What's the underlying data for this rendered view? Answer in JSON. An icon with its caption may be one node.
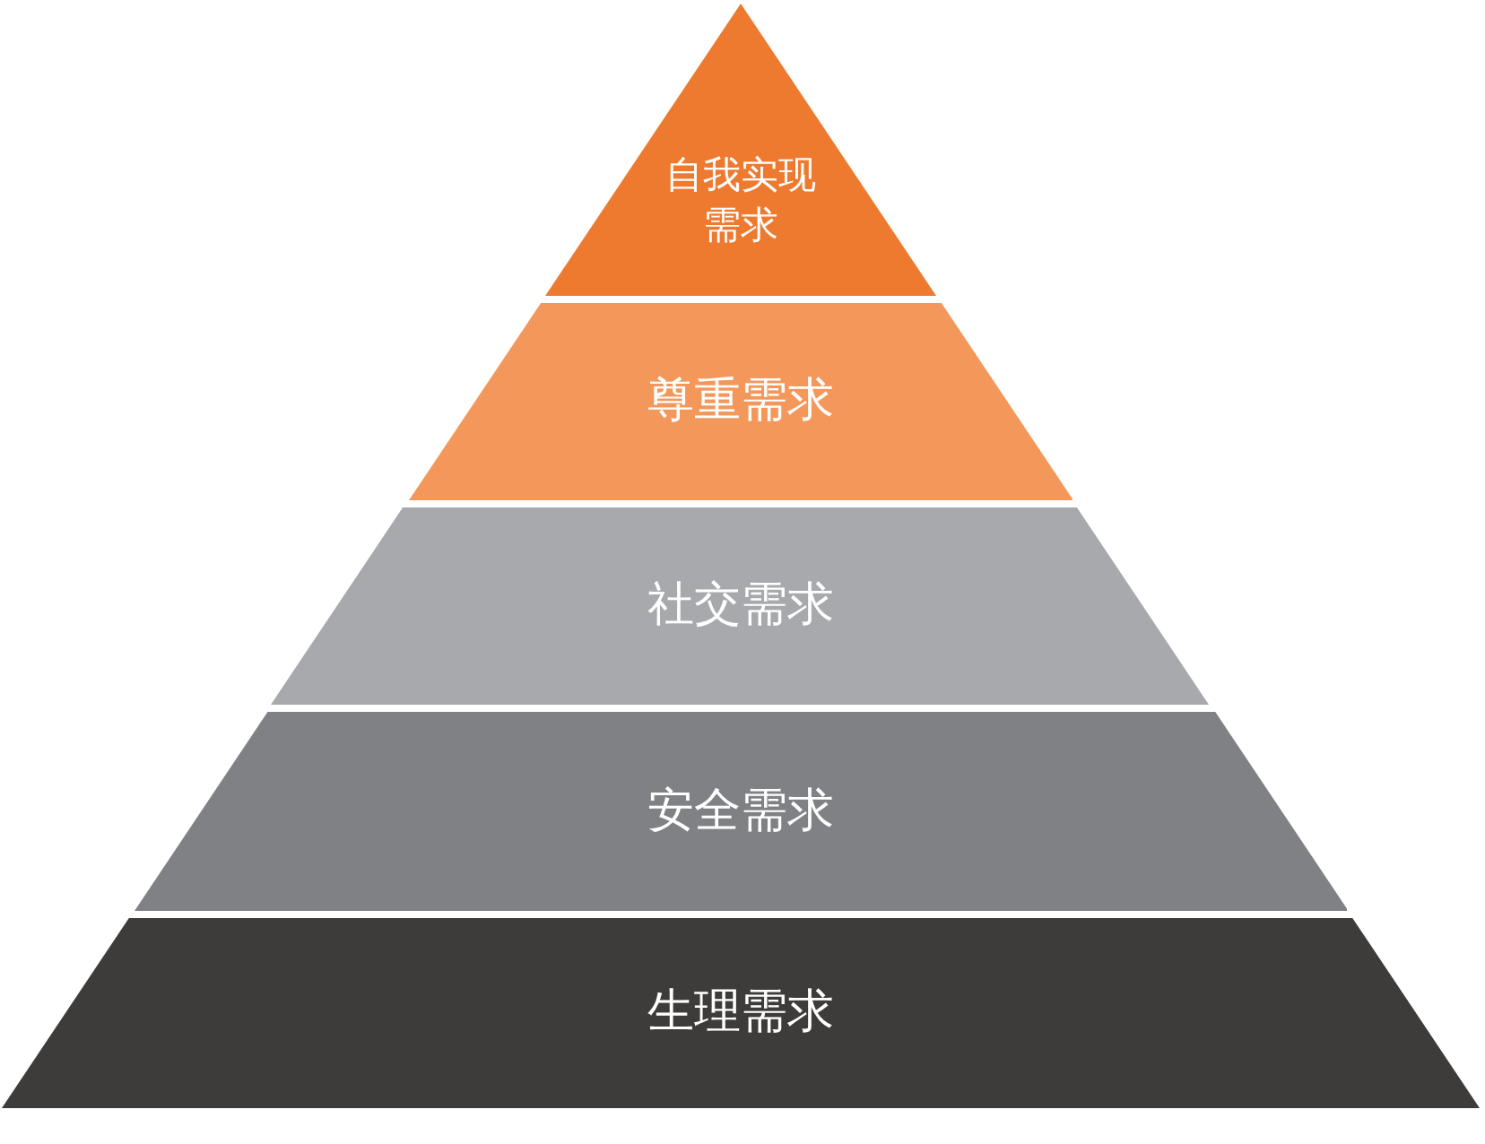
{
  "diagram": {
    "nodes": [
      {
        "text": [
          "自我实现需求"
        ]
      },
      {
        "text": [
          "尊重需求"
        ]
      },
      {
        "text": [
          "社交需求"
        ]
      },
      {
        "text": [
          "安全需求"
        ]
      },
      {
        "text": [
          "生理需求"
        ]
      }
    ]
  }
}
